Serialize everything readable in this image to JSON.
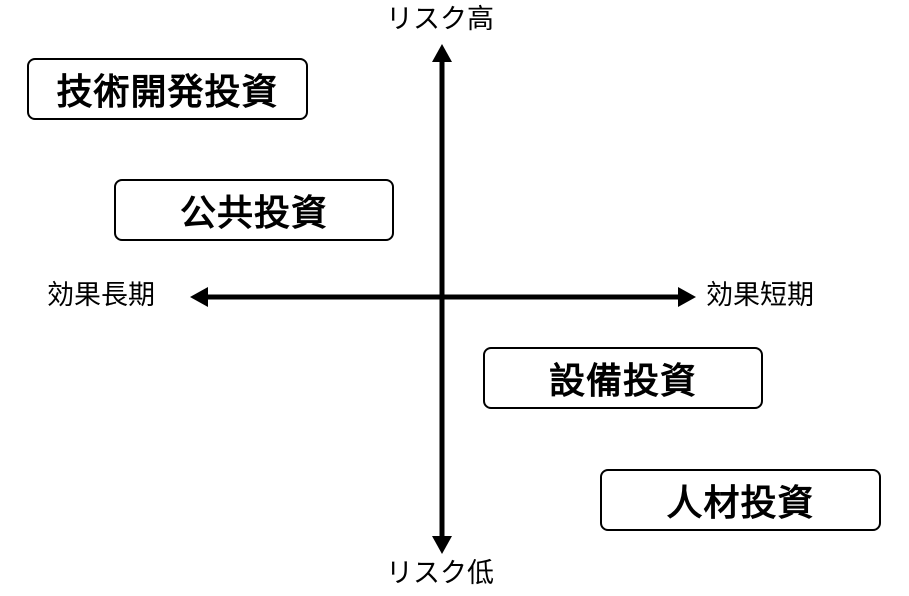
{
  "axes": {
    "top_label": "リスク高",
    "bottom_label": "リスク低",
    "left_label": "効果長期",
    "right_label": "効果短期"
  },
  "items": [
    {
      "label": "技術開発投資"
    },
    {
      "label": "公共投資"
    },
    {
      "label": "設備投資"
    },
    {
      "label": "人材投資"
    }
  ]
}
